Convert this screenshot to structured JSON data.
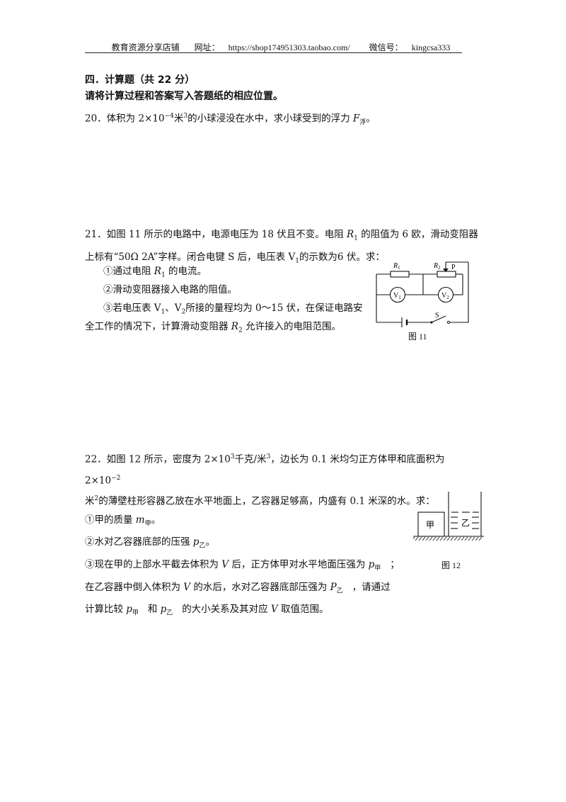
{
  "header": {
    "shop": "教育资源分享店铺",
    "url_label": "网址：",
    "url": "https://shop174951303.taobao.com/",
    "wechat_label": "微信号：",
    "wechat": "kingcsa333"
  },
  "section": {
    "title": "四．计算题（共 22 分）",
    "instruction": "请将计算过程和答案写入答题纸的相应位置。"
  },
  "q20": {
    "a": "20．体积为 2×10",
    "exp": "−4",
    "b": "米",
    "sup3": "3",
    "c": "的小球浸没在水中，求小球受到的浮力",
    "F": "F",
    "sub": "浮",
    "end": "。"
  },
  "q21": {
    "l1a": "21．如图 11 所示的电路中，电源电压为 18 伏且不变。电阻",
    "R": "R",
    "one": "1",
    "l1b": "的阻值为 6 欧，滑动变阻器",
    "l2a": "上标有“50Ω   2A”字样。闭合电键 S 后，电压表 V",
    "l2b": "的示数为6 伏。求：",
    "p1a": "①通过电阻",
    "p1b": "的电流。",
    "p2": "②滑动变阻器接入电路的阻值。",
    "p3a": "③若电压表 V",
    "p3b": "、V",
    "two": "2",
    "p3c": "所接的量程均为 0～15 伏，在保证电路安",
    "p4a": "全工作的情况下，计算滑动变阻器",
    "p4b": "允许接入的电阻范围。",
    "figure": {
      "caption": "图 11",
      "r1": "R",
      "r1sub": "1",
      "r2": "R",
      "r2sub": "2",
      "p": "P",
      "v1": "V",
      "v1sub": "1",
      "v2": "V",
      "v2sub": "2",
      "s": "S"
    }
  },
  "q22": {
    "l1a": "22．如图 12 所示，密度为 2×10",
    "exp3": "3",
    "l1b": "千克/米",
    "l1c": "，边长为 0.1 米均匀正方体甲和底面积为 2×10",
    "exp2": "−2",
    "l2a": "米",
    "sup2": "2",
    "l2b": "的薄壁柱形容器乙放在水平地面上，乙容器足够高，内盛有 0.1 米深的水。求：",
    "p1a": "①甲的质量",
    "m": "m",
    "jia": "甲",
    "p1b": "。",
    "p2a": "②水对乙容器底部的压强",
    "p": "p",
    "yi": "乙",
    "p2b": "。",
    "p3a": "③现在甲的上部水平截去体积为",
    "V": "V",
    "p3b": "后，正方体甲对水平地面压强为",
    "p3c": "；",
    "p4a": "在乙容器中倒入体积为",
    "p4b": "的水后，水对乙容器底部压强为",
    "P": "P",
    "p4c": "，请通过",
    "p5a": "计算比较",
    "p5b": "和",
    "p5c": "的大小关系及其对应",
    "p5d": "取值范围。",
    "figure": {
      "caption": "图 12",
      "box_jia": "甲",
      "box_yi": "乙"
    }
  }
}
